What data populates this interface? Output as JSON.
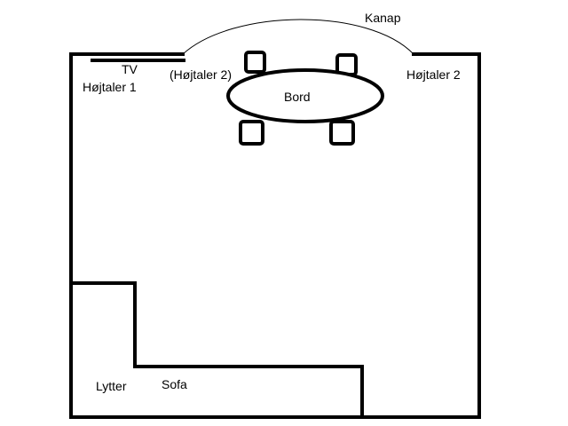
{
  "plan": {
    "labels": {
      "tv": "TV",
      "speaker_left": "Højtaler 1",
      "speaker_alt": "(Højtaler 2)",
      "speaker_right": "Højtaler 2",
      "canopy": "Kanap",
      "table": "Bord",
      "listener": "Lytter",
      "sofa": "Sofa"
    },
    "colors": {
      "line": "#000000",
      "background": "#ffffff"
    }
  }
}
